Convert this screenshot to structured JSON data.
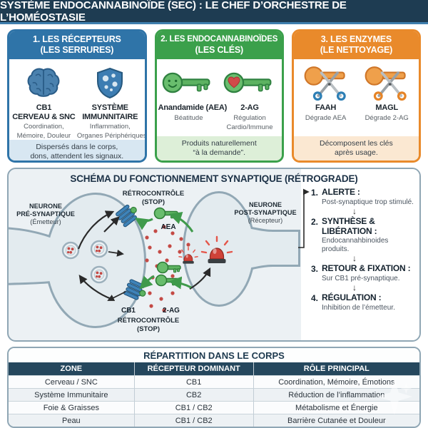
{
  "header": {
    "title": "SYSTÈME ENDOCANNABINOÏDE (SEC) : LE CHEF D’ORCHESTRE DE L’HOMÉOSTASIE"
  },
  "cards": [
    {
      "title_line1": "1. LES RÉCEPTEURS",
      "title_line2": "(LES SERRURES)",
      "items": [
        {
          "icon": "brain-icon",
          "name1": "CB1",
          "name2": "CERVEAU & SNC",
          "desc1": "Coordination,",
          "desc2": "Mémoire, Douleur"
        },
        {
          "icon": "shield-icon",
          "name1": "SYSTÈME",
          "name2": "IMMUNNITAIRE",
          "desc1": "Inflammation,",
          "desc2": "Organes Périphériques"
        }
      ],
      "footer1": "Dispersés dans le corps,",
      "footer2": "dons, attendent les signaux."
    },
    {
      "title_line1": "2. LES ENDOCANNABINOÏDES",
      "title_line2": "(LES CLÉS)",
      "items": [
        {
          "icon": "smiley-key-icon",
          "name1": "Anandamide (AEA)",
          "name2": "",
          "desc1": "Béatitude",
          "desc2": ""
        },
        {
          "icon": "heart-key-icon",
          "name1": "2-AG",
          "name2": "",
          "desc1": "Régulation",
          "desc2": "Cardio/Immune"
        }
      ],
      "footer1": "Produits naturellement",
      "footer2": "“à la demande”."
    },
    {
      "title_line1": "3. LES ENZYMES",
      "title_line2": "(LE NETTOYAGE)",
      "items": [
        {
          "icon": "faah-scissors-icon",
          "name1": "FAAH",
          "name2": "",
          "desc1": "Dégrade AEA",
          "desc2": ""
        },
        {
          "icon": "magl-scissors-icon",
          "name1": "MAGL",
          "name2": "",
          "desc1": "Dégrade 2-AG",
          "desc2": ""
        }
      ],
      "footer1": "Décomposent les clés",
      "footer2": "après usage."
    }
  ],
  "diagram": {
    "title": "SCHÉMA DU FONCTIONNEMENT SYNAPTIQUE (RÉTROGRADE)",
    "labels": {
      "pre1": "NEURONE",
      "pre2": "PRÉ-SYNAPTIQUE",
      "pre3": "(Émetteur)",
      "post1": "NEURONE",
      "post2": "POST-SYNAPTIQUE",
      "post3": "(Récepteur)",
      "retro_top1": "RÉTROCONTRÔLE",
      "retro_top2": "(STOP)",
      "retro_bottom1": "RÉTROCONTRÔLE",
      "retro_bottom2": "(STOP)",
      "aea": "AEA",
      "cb1": "CB1",
      "ag": "2-AG"
    },
    "steps": [
      {
        "num": "1.",
        "title": "ALERTE :",
        "desc": "Post-synaptique trop stimulé."
      },
      {
        "num": "2.",
        "title": "SYNTHÈSE & LIBÉRATION :",
        "desc": "Endocannahbinoides produits."
      },
      {
        "num": "3.",
        "title": "RETOUR & FIXATION :",
        "desc": "Sur CB1 pré-synaptique."
      },
      {
        "num": "4.",
        "title": "RÉGULATION :",
        "desc": "Inhibition de l’émetteur."
      }
    ],
    "down_arrow": "↓"
  },
  "table": {
    "title": "RÉPARTITION DANS LE CORPS",
    "headers": [
      "ZONE",
      "RÉCEPTEUR DOMINANT",
      "RÔLE PRINCIPAL"
    ],
    "rows": [
      [
        "Cerveau / SNC",
        "CB1",
        "Coordination, Mémoire, Émotions"
      ],
      [
        "Système Immunitaire",
        "CB2",
        "Réduction de l’inflammation"
      ],
      [
        "Foie & Graisses",
        "CB1 / CB2",
        "Métabolisme et Énergie"
      ],
      [
        "Peau",
        "CB1 / CB2",
        "Barrière Cutanée et Douleur"
      ]
    ]
  },
  "colors": {
    "navy": "#1e3c52",
    "blue": "#2f74a8",
    "green": "#3ba04b",
    "orange": "#e98a2b",
    "alarm_red": "#cc3b33",
    "key_green": "#5db261"
  }
}
